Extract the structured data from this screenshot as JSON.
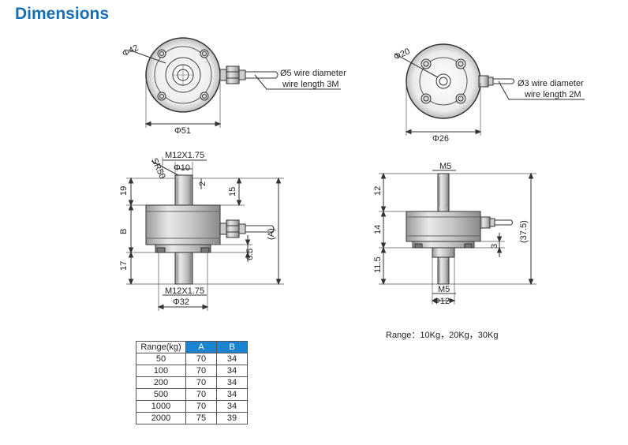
{
  "title": "Dimensions",
  "range_note": "Range：10Kg，20Kg，30Kg",
  "table": {
    "headers": [
      "Range(kg)",
      "A",
      "B"
    ],
    "rows": [
      [
        "50",
        "70",
        "34"
      ],
      [
        "100",
        "70",
        "34"
      ],
      [
        "200",
        "70",
        "34"
      ],
      [
        "500",
        "70",
        "34"
      ],
      [
        "1000",
        "70",
        "34"
      ],
      [
        "2000",
        "75",
        "39"
      ]
    ]
  },
  "large_sensor": {
    "top_view": {
      "inner_dia": "Φ42",
      "outer_dia": "Φ51",
      "wire_diameter": "Ø5 wire diameter",
      "wire_length": "wire length 3M"
    },
    "side_view": {
      "thread_top": "M12X1.75",
      "sphere_radius": "SR50",
      "top_dia": "Φ10",
      "dim_19": "19",
      "dim_b": "B",
      "dim_17": "17",
      "dim_2": "2",
      "dim_15": "15",
      "dim_a": "(A)",
      "dim_65": "6.5",
      "thread_bottom": "M12X1.75",
      "bottom_dia": "Φ32"
    }
  },
  "small_sensor": {
    "top_view": {
      "inner_dia": "Φ20",
      "outer_dia": "Φ26",
      "wire_diameter": "Ø3 wire diameter",
      "wire_length": "wire length 2M"
    },
    "side_view": {
      "thread_top": "M5",
      "dim_12": "12",
      "dim_14": "14",
      "dim_115": "11.5",
      "dim_3": "3",
      "dim_375": "(37.5)",
      "thread_bottom": "M5",
      "bottom_dia": "Φ12"
    }
  }
}
